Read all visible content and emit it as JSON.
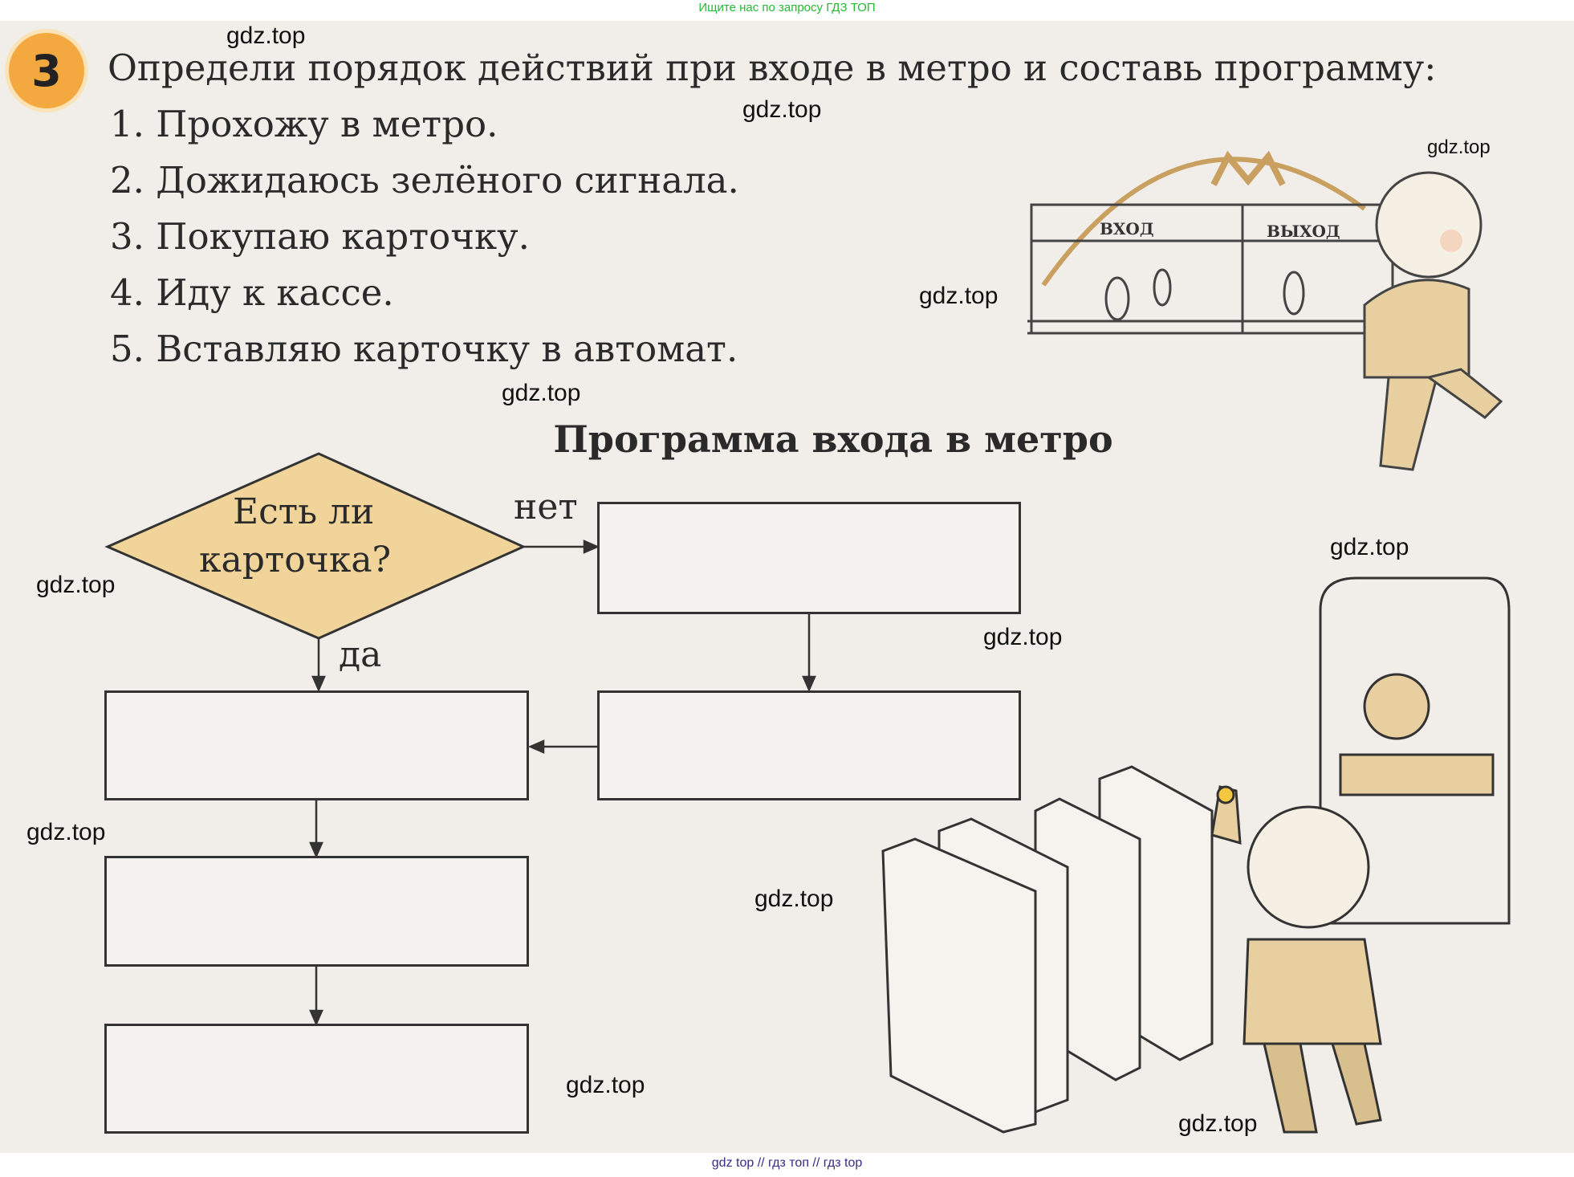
{
  "banner_top": "Ищите нас по запросу ГДЗ ТОП",
  "banner_bottom": "gdz top  //  гдз топ  //  гдз top",
  "task": {
    "number": "3",
    "title": "Определи порядок действий при входе в метро и составь программу:",
    "items": [
      "1. Прохожу в метро.",
      "2. Дожидаюсь зелёного сигнала.",
      "3. Покупаю карточку.",
      "4. Иду к кассе.",
      "5. Вставляю карточку в автомат."
    ]
  },
  "flowchart": {
    "heading": "Программа входа в метро",
    "decision_line1": "Есть ли",
    "decision_line2": "карточка?",
    "no_label": "нет",
    "yes_label": "да"
  },
  "illustration": {
    "entrance": "ВХОД",
    "exit": "ВЫХОД",
    "metro_logo": "М"
  },
  "watermark": "gdz.top",
  "colors": {
    "badge": "#f3a940",
    "diamond": "#f0d49a",
    "skin": "#e8cfa0"
  }
}
